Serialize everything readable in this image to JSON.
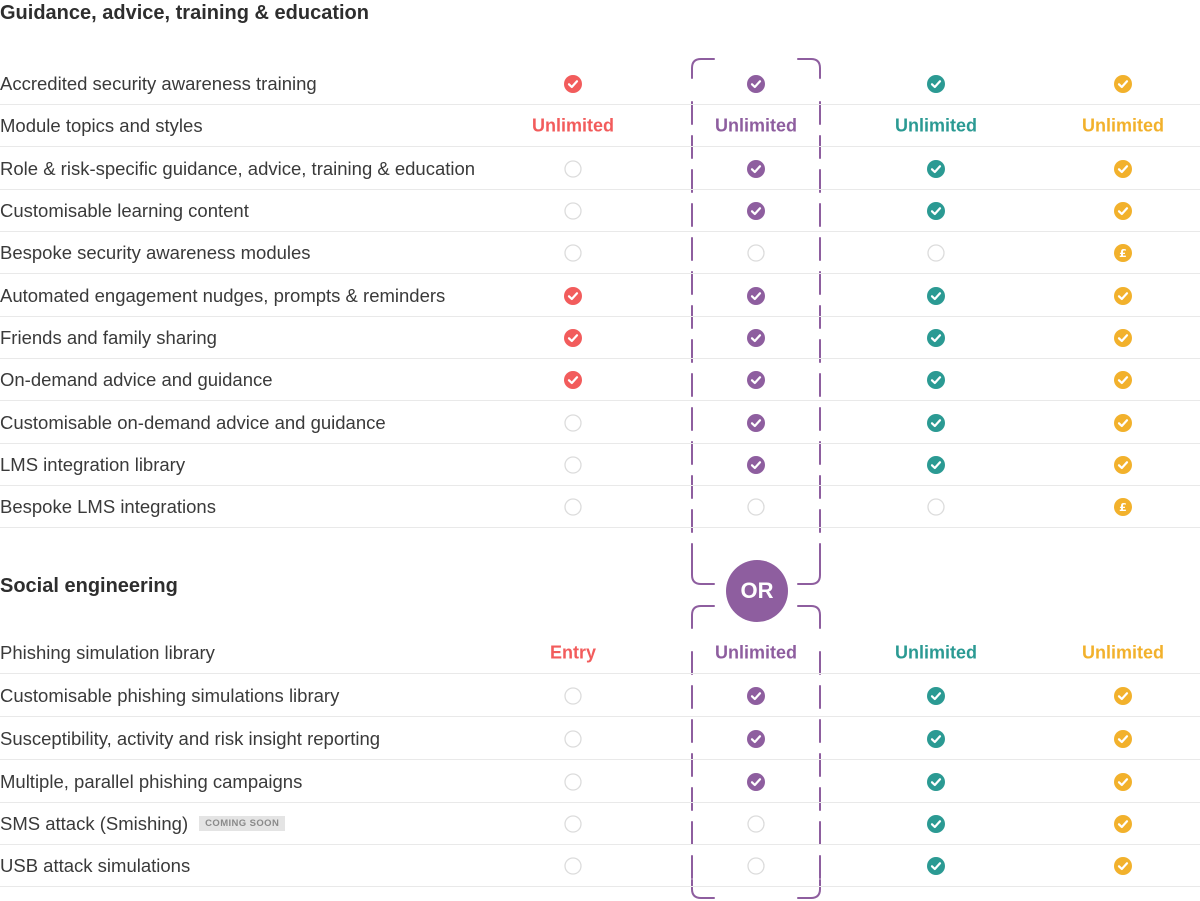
{
  "colors": {
    "entry": "#f25c5c",
    "pro": "#8e5e9f",
    "business": "#2b9a93",
    "enterprise": "#f2b12c",
    "empty": "#dcdcdc"
  },
  "or_label": "OR",
  "sections": [
    {
      "title": "Guidance, advice, training & education",
      "rows": [
        {
          "label": "Accredited security awareness training",
          "badge": "",
          "cells": [
            {
              "kind": "check"
            },
            {
              "kind": "check"
            },
            {
              "kind": "check"
            },
            {
              "kind": "check"
            }
          ]
        },
        {
          "label": "Module topics and styles",
          "badge": "",
          "cells": [
            {
              "kind": "text",
              "text": "Unlimited"
            },
            {
              "kind": "text",
              "text": "Unlimited"
            },
            {
              "kind": "text",
              "text": "Unlimited"
            },
            {
              "kind": "text",
              "text": "Unlimited"
            }
          ]
        },
        {
          "label": "Role & risk-specific guidance, advice, training & education",
          "badge": "",
          "cells": [
            {
              "kind": "empty"
            },
            {
              "kind": "check"
            },
            {
              "kind": "check"
            },
            {
              "kind": "check"
            }
          ]
        },
        {
          "label": "Customisable learning content",
          "badge": "",
          "cells": [
            {
              "kind": "empty"
            },
            {
              "kind": "check"
            },
            {
              "kind": "check"
            },
            {
              "kind": "check"
            }
          ]
        },
        {
          "label": "Bespoke security awareness modules",
          "badge": "",
          "cells": [
            {
              "kind": "empty"
            },
            {
              "kind": "empty"
            },
            {
              "kind": "empty"
            },
            {
              "kind": "pound",
              "text": "£"
            }
          ]
        },
        {
          "label": "Automated engagement nudges, prompts & reminders",
          "badge": "",
          "cells": [
            {
              "kind": "check"
            },
            {
              "kind": "check"
            },
            {
              "kind": "check"
            },
            {
              "kind": "check"
            }
          ]
        },
        {
          "label": "Friends and family sharing",
          "badge": "",
          "cells": [
            {
              "kind": "check"
            },
            {
              "kind": "check"
            },
            {
              "kind": "check"
            },
            {
              "kind": "check"
            }
          ]
        },
        {
          "label": "On-demand advice and guidance",
          "badge": "",
          "cells": [
            {
              "kind": "check"
            },
            {
              "kind": "check"
            },
            {
              "kind": "check"
            },
            {
              "kind": "check"
            }
          ]
        },
        {
          "label": "Customisable on-demand advice and guidance",
          "badge": "",
          "cells": [
            {
              "kind": "empty"
            },
            {
              "kind": "check"
            },
            {
              "kind": "check"
            },
            {
              "kind": "check"
            }
          ]
        },
        {
          "label": "LMS integration library",
          "badge": "",
          "cells": [
            {
              "kind": "empty"
            },
            {
              "kind": "check"
            },
            {
              "kind": "check"
            },
            {
              "kind": "check"
            }
          ]
        },
        {
          "label": "Bespoke LMS integrations",
          "badge": "",
          "cells": [
            {
              "kind": "empty"
            },
            {
              "kind": "empty"
            },
            {
              "kind": "empty"
            },
            {
              "kind": "pound",
              "text": "£"
            }
          ]
        }
      ]
    },
    {
      "title": "Social engineering",
      "rows": [
        {
          "label": "Phishing simulation library",
          "badge": "",
          "cells": [
            {
              "kind": "text",
              "text": "Entry"
            },
            {
              "kind": "text",
              "text": "Unlimited"
            },
            {
              "kind": "text",
              "text": "Unlimited"
            },
            {
              "kind": "text",
              "text": "Unlimited"
            }
          ]
        },
        {
          "label": "Customisable phishing simulations library",
          "badge": "",
          "cells": [
            {
              "kind": "empty"
            },
            {
              "kind": "check"
            },
            {
              "kind": "check"
            },
            {
              "kind": "check"
            }
          ]
        },
        {
          "label": "Susceptibility, activity and risk insight reporting",
          "badge": "",
          "cells": [
            {
              "kind": "empty"
            },
            {
              "kind": "check"
            },
            {
              "kind": "check"
            },
            {
              "kind": "check"
            }
          ]
        },
        {
          "label": "Multiple, parallel phishing campaigns",
          "badge": "",
          "cells": [
            {
              "kind": "empty"
            },
            {
              "kind": "check"
            },
            {
              "kind": "check"
            },
            {
              "kind": "check"
            }
          ]
        },
        {
          "label": "SMS attack (Smishing)",
          "badge": "COMING SOON",
          "cells": [
            {
              "kind": "empty"
            },
            {
              "kind": "empty"
            },
            {
              "kind": "check"
            },
            {
              "kind": "check"
            }
          ]
        },
        {
          "label": "USB attack simulations",
          "badge": "",
          "cells": [
            {
              "kind": "empty"
            },
            {
              "kind": "empty"
            },
            {
              "kind": "check"
            },
            {
              "kind": "check"
            }
          ]
        }
      ]
    }
  ]
}
